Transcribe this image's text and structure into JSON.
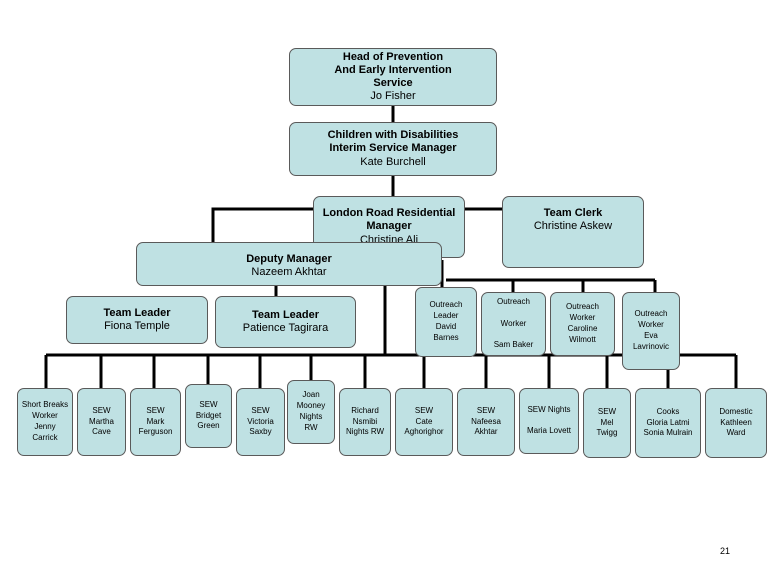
{
  "head": {
    "title": [
      "Head of Prevention",
      "And Early Intervention",
      "Service"
    ],
    "name": "Jo Fisher"
  },
  "interim": {
    "title": [
      "Children with Disabilities",
      "Interim Service Manager"
    ],
    "name": "Kate Burchell"
  },
  "london": {
    "title": [
      "London Road Residential",
      "Manager"
    ],
    "name": "Christine Ali"
  },
  "clerk": {
    "title": [
      "Team Clerk"
    ],
    "name": "Christine Askew"
  },
  "deputy": {
    "title": [
      "Deputy Manager"
    ],
    "name": "Nazeem Akhtar"
  },
  "tl_fiona": {
    "title": [
      "Team Leader"
    ],
    "name": "Fiona Temple"
  },
  "tl_patience": {
    "title": [
      "Team Leader"
    ],
    "name": "Patience Tagirara"
  },
  "outreach": [
    {
      "lines": [
        "Outreach",
        "Leader",
        "David",
        "Barnes"
      ]
    },
    {
      "lines": [
        "Outreach",
        "",
        "Worker",
        "",
        "Sam Baker"
      ]
    },
    {
      "lines": [
        "Outreach",
        "Worker",
        "Caroline",
        "Wilmott"
      ]
    },
    {
      "lines": [
        "Outreach",
        "Worker",
        "Eva",
        "Lavrinovic"
      ]
    }
  ],
  "workers": [
    {
      "lines": [
        "Short Breaks",
        "Worker",
        "Jenny",
        "Carrick"
      ]
    },
    {
      "lines": [
        "SEW",
        "Martha",
        "Cave"
      ]
    },
    {
      "lines": [
        "SEW",
        "Mark",
        "Ferguson"
      ]
    },
    {
      "lines": [
        "SEW",
        "Bridget",
        "Green"
      ]
    },
    {
      "lines": [
        "SEW",
        "Victoria",
        "Saxby"
      ]
    },
    {
      "lines": [
        "Joan",
        "Mooney",
        "Nights",
        "RW"
      ]
    },
    {
      "lines": [
        "Richard",
        "Nsmibi",
        "Nights RW"
      ]
    },
    {
      "lines": [
        "SEW",
        "Cate",
        "Aghorighor"
      ]
    },
    {
      "lines": [
        "SEW",
        "Nafeesa",
        "Akhtar"
      ]
    },
    {
      "lines": [
        "SEW Nights",
        "",
        "Maria Lovett"
      ]
    },
    {
      "lines": [
        "SEW",
        "Mel",
        "Twigg"
      ]
    },
    {
      "lines": [
        "Cooks",
        "Gloria Latmi",
        "Sonia Mulrain"
      ]
    },
    {
      "lines": [
        "Domestic",
        "Kathleen",
        "Ward"
      ]
    }
  ],
  "page_number": "21"
}
